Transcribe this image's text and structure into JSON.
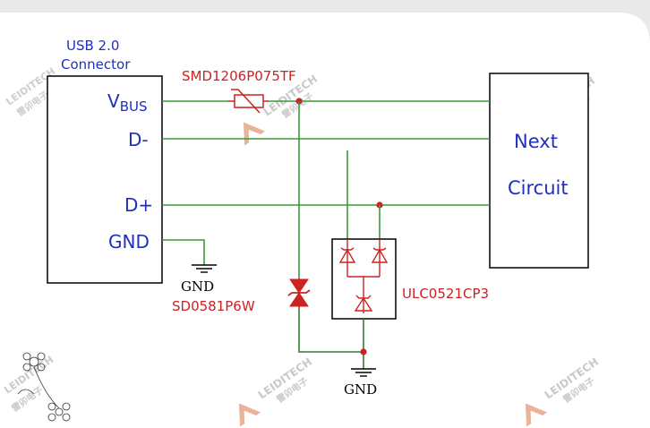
{
  "connector": {
    "title_line1": "USB 2.0",
    "title_line2": "Connector",
    "pins": {
      "vbus_main": "V",
      "vbus_sub": "BUS",
      "dminus": "D-",
      "dplus": "D+",
      "gnd": "GND"
    }
  },
  "next_circuit": {
    "line1": "Next",
    "line2": "Circuit"
  },
  "components": {
    "ptc": "SMD1206P075TF",
    "tvs": "SD0581P6W",
    "esd_array": "ULC0521CP3"
  },
  "ground_labels": [
    "GND",
    "GND"
  ],
  "watermark": {
    "brand": "LEIDITECH",
    "chinese": "雷卯电子"
  },
  "colors": {
    "wire": "#3a9a3a",
    "component_red": "#cc2222",
    "label_blue": "#1f2fbf",
    "junction": "#cc2222"
  }
}
